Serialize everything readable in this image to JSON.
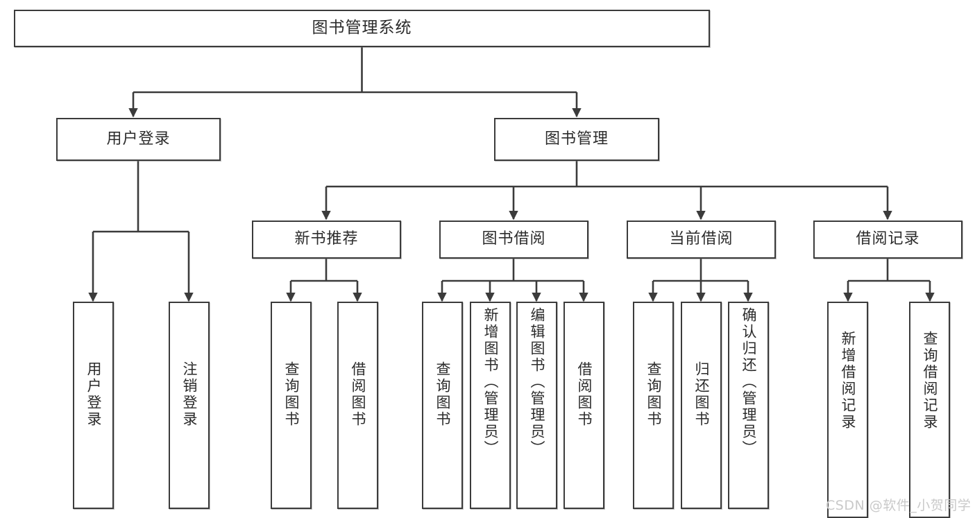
{
  "diagram": {
    "title": "图书管理系统",
    "type": "tree-hierarchy",
    "watermark": "CSDN @软件_小贺同学",
    "colors": {
      "stroke": "#3b3b3b",
      "fill": "#ffffff",
      "text": "#2b2b2b",
      "watermark": "#c9c9c9"
    },
    "levels": {
      "root": {
        "label": "图书管理系统"
      },
      "level2": [
        {
          "id": "login",
          "label": "用户登录"
        },
        {
          "id": "book-mgmt",
          "label": "图书管理"
        }
      ],
      "level3": [
        {
          "id": "new-book-rec",
          "label": "新书推荐",
          "parent": "book-mgmt"
        },
        {
          "id": "book-borrow",
          "label": "图书借阅",
          "parent": "book-mgmt"
        },
        {
          "id": "current-borrow",
          "label": "当前借阅",
          "parent": "book-mgmt"
        },
        {
          "id": "borrow-record",
          "label": "借阅记录",
          "parent": "book-mgmt"
        }
      ],
      "leaves": {
        "login": [
          {
            "id": "leaf-user-login",
            "label": "用户登录"
          },
          {
            "id": "leaf-logout",
            "label": "注销登录"
          }
        ],
        "new-book-rec": [
          {
            "id": "leaf-query-book-1",
            "label": "查询图书"
          },
          {
            "id": "leaf-borrow-book-1",
            "label": "借阅图书"
          }
        ],
        "book-borrow": [
          {
            "id": "leaf-query-book-2",
            "label": "查询图书"
          },
          {
            "id": "leaf-add-book",
            "label": "新增图书（管理员）"
          },
          {
            "id": "leaf-edit-book",
            "label": "编辑图书（管理员）"
          },
          {
            "id": "leaf-borrow-book-2",
            "label": "借阅图书"
          }
        ],
        "current-borrow": [
          {
            "id": "leaf-query-book-3",
            "label": "查询图书"
          },
          {
            "id": "leaf-return-book",
            "label": "归还图书"
          },
          {
            "id": "leaf-confirm-return",
            "label": "确认归还（管理员）"
          }
        ],
        "borrow-record": [
          {
            "id": "leaf-add-record",
            "label": "新增借阅记录"
          },
          {
            "id": "leaf-query-record",
            "label": "查询借阅记录"
          }
        ]
      }
    }
  }
}
